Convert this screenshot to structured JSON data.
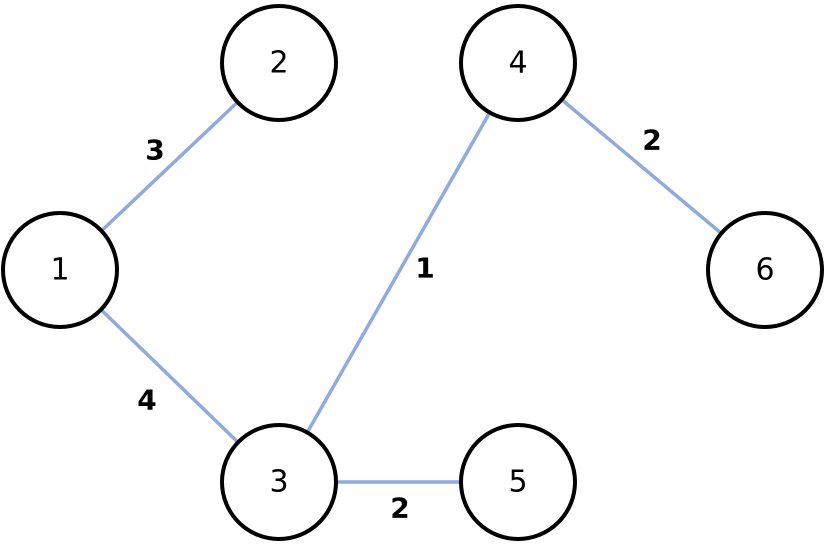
{
  "graph": {
    "edge_color": "#8FAADC",
    "node_border_color": "#000000",
    "nodes": [
      {
        "id": "1",
        "label": "1"
      },
      {
        "id": "2",
        "label": "2"
      },
      {
        "id": "3",
        "label": "3"
      },
      {
        "id": "4",
        "label": "4"
      },
      {
        "id": "5",
        "label": "5"
      },
      {
        "id": "6",
        "label": "6"
      }
    ],
    "edges": [
      {
        "from": "1",
        "to": "2",
        "weight": "3"
      },
      {
        "from": "1",
        "to": "3",
        "weight": "4"
      },
      {
        "from": "3",
        "to": "4",
        "weight": "1"
      },
      {
        "from": "3",
        "to": "5",
        "weight": "2"
      },
      {
        "from": "4",
        "to": "6",
        "weight": "2"
      }
    ]
  }
}
